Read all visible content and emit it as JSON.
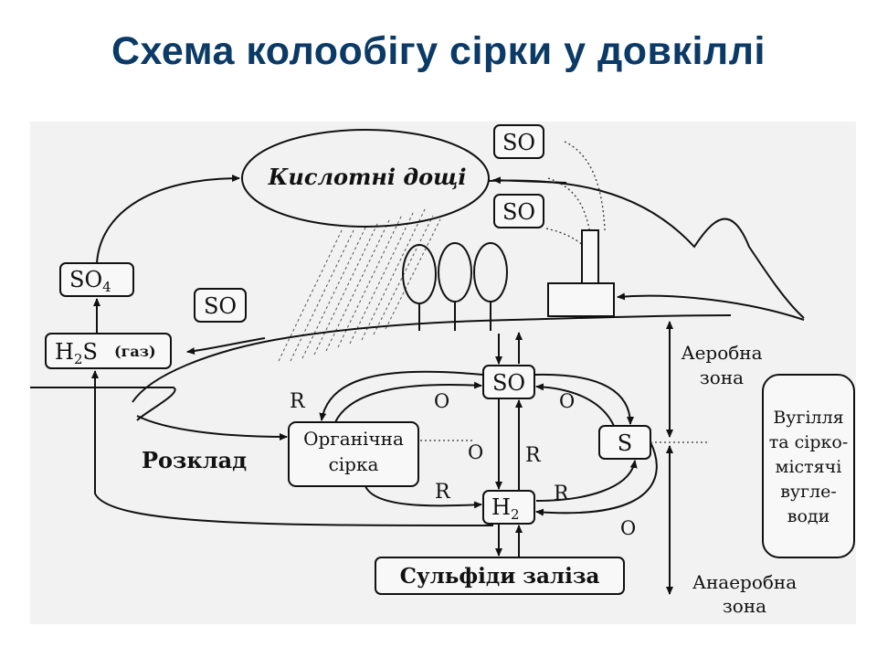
{
  "title": "Схема колообігу сірки у довкіллі",
  "diagram": {
    "acid_rain": "Кислотні дощі",
    "so_top1": "SO",
    "so_top2": "SO",
    "so_left": "SO",
    "so4": "SO",
    "so4_sub": "4",
    "h2s_main": "H",
    "h2s_sub": "2",
    "h2s_rest": "S",
    "h2s_gas": "(газ)",
    "decomposition": "Розклад",
    "organic_line1": "Органічна",
    "organic_line2": "сірка",
    "so_center": "SO",
    "s_box": "S",
    "h2_main": "H",
    "h2_sub": "2",
    "iron_sulfides": "Сульфіди заліза",
    "aerobic_line1": "Аеробна",
    "aerobic_line2": "зона",
    "anaerobic_line1": "Анаеробна",
    "anaerobic_line2": "зона",
    "coal_line1": "Вугілля",
    "coal_line2": "та сірко-",
    "coal_line3": "містячі",
    "coal_line4": "вугле-",
    "coal_line5": "води",
    "r_1": "R",
    "r_2": "R",
    "r_3": "R",
    "r_4": "R",
    "o_1": "O",
    "o_2": "O",
    "o_3": "O",
    "o_4": "O"
  }
}
